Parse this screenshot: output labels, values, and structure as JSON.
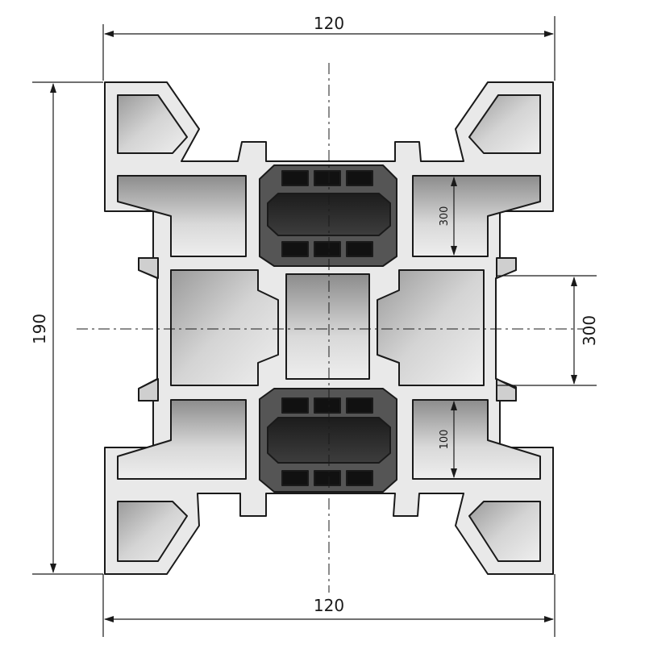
{
  "drawing": {
    "dimensions": {
      "top_width": "120",
      "bottom_width": "120",
      "left_height": "190",
      "right_center_height": "300",
      "upper_cavity_height": "300",
      "lower_cavity_height": "100"
    }
  },
  "colors": {
    "line": "#1a1a1a",
    "metal_light": "#e6e6e6",
    "metal_mid": "#bdbdbd",
    "metal_dark": "#7a7a7a",
    "insulator_dark": "#2a2a2a",
    "insulator_body": "#5a5a5a"
  }
}
